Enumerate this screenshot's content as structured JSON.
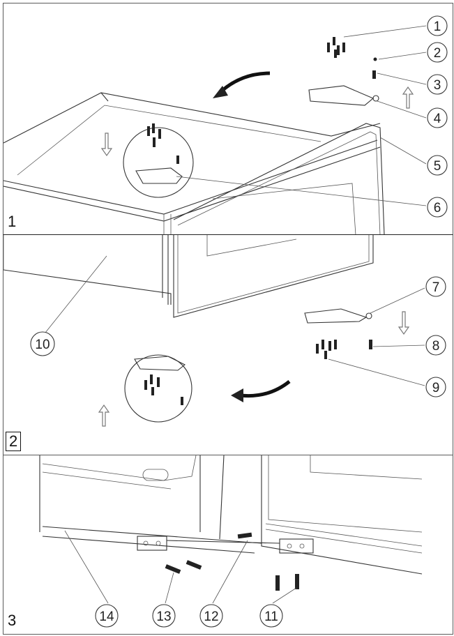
{
  "panels": [
    {
      "label": "1",
      "callouts": [
        "1",
        "2",
        "3",
        "4",
        "5",
        "6"
      ]
    },
    {
      "label": "2",
      "callouts": [
        "7",
        "8",
        "9",
        "10"
      ]
    },
    {
      "label": "3",
      "callouts": [
        "11",
        "12",
        "13",
        "14"
      ]
    }
  ],
  "colors": {
    "line": "#333333",
    "callout_circle": "#222222",
    "background": "#ffffff"
  }
}
